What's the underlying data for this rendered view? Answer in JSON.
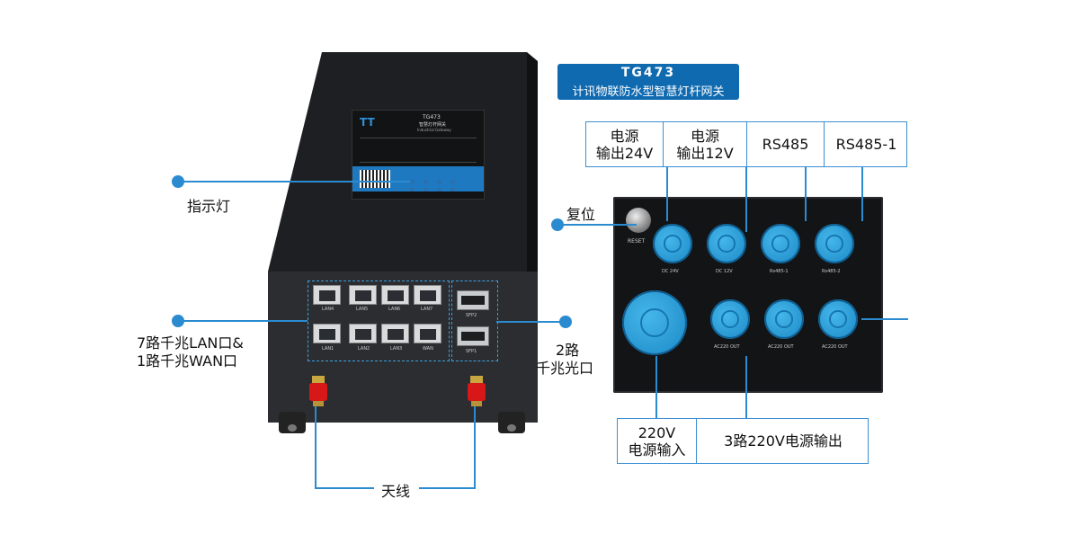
{
  "product_badge": {
    "model": "TG473",
    "subtitle": "计讯物联防水型智慧灯杆网关"
  },
  "left_callouts": {
    "indicator": "指示灯",
    "lan_wan_line1": "7路千兆LAN口&",
    "lan_wan_line2": "1路千兆WAN口",
    "optical_line1": "2路",
    "optical_line2": "千兆光口",
    "antenna": "天线"
  },
  "top_labels": [
    "电源\n输出24V",
    "电源\n输出12V",
    "RS485",
    "RS485-1"
  ],
  "reset_label": "复位",
  "bottom_labels": [
    "220V\n电源输入",
    "3路220V电源输出"
  ],
  "device_front": {
    "lan_top": [
      "LAN4",
      "LAN5",
      "LAN6",
      "LAN7"
    ],
    "lan_bottom": [
      "LAN1",
      "LAN2",
      "LAN3",
      "WAN"
    ],
    "sfp": [
      "SFP2",
      "SFP1"
    ]
  },
  "device_label": {
    "model": "TG473",
    "name_cn": "智慧灯杆网关",
    "name_en": "Industrial Gateway"
  },
  "panel_marks": {
    "reset": "RESET",
    "row1": [
      "DC 24V",
      "DC 12V",
      "Rs485-1",
      "Rs485-2"
    ],
    "row2": [
      "AC220 OUT",
      "AC220 OUT",
      "AC220 OUT"
    ]
  }
}
